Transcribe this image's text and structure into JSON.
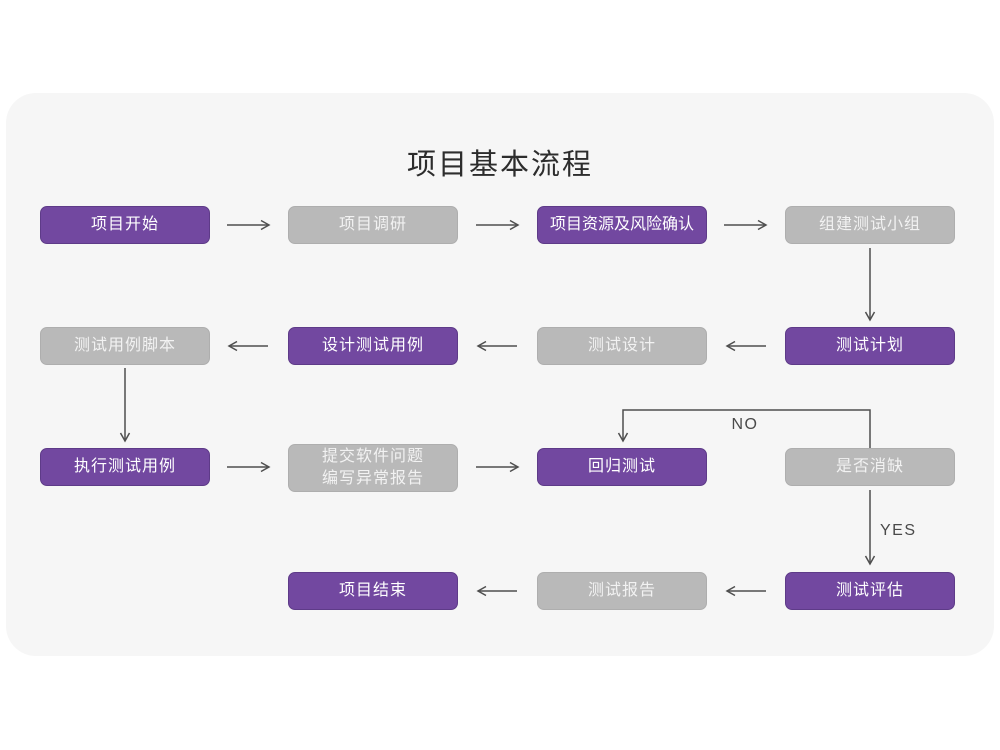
{
  "title": "项目基本流程",
  "colors": {
    "card_bg": "#f6f6f6",
    "purple": "#7248a0",
    "purple_border": "#5e3b88",
    "gray": "#b9b9b9",
    "gray_border": "#aeaeae",
    "arrow": "#4f4f4f",
    "title_text": "#2d2d2d",
    "node_text": "#ffffff"
  },
  "nodes": [
    {
      "label": "项目开始",
      "variant": "purple"
    },
    {
      "label": "项目调研",
      "variant": "gray"
    },
    {
      "label": "项目资源及风险确认",
      "variant": "purple"
    },
    {
      "label": "组建测试小组",
      "variant": "gray"
    },
    {
      "label": "测试用例脚本",
      "variant": "gray"
    },
    {
      "label": "设计测试用例",
      "variant": "purple"
    },
    {
      "label": "测试设计",
      "variant": "gray"
    },
    {
      "label": "测试计划",
      "variant": "purple"
    },
    {
      "label": "执行测试用例",
      "variant": "purple"
    },
    {
      "label": "提交软件问题\n编写异常报告",
      "variant": "gray"
    },
    {
      "label": "回归测试",
      "variant": "purple"
    },
    {
      "label": "是否消缺",
      "variant": "gray"
    },
    {
      "label": "项目结束",
      "variant": "purple"
    },
    {
      "label": "测试报告",
      "variant": "gray"
    },
    {
      "label": "测试评估",
      "variant": "purple"
    }
  ],
  "edge_labels": {
    "no": "NO",
    "yes": "YES"
  }
}
